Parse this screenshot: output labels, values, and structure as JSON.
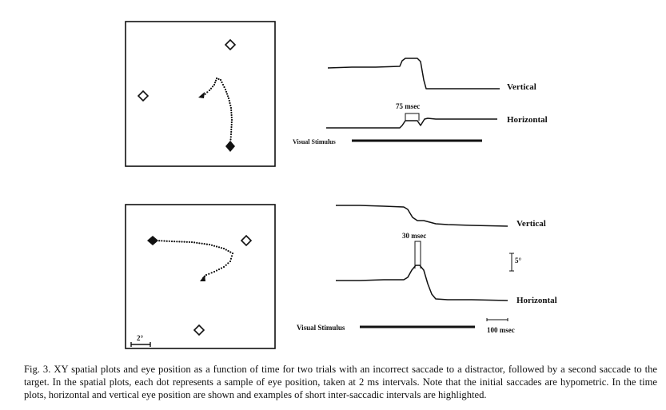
{
  "panel_top": {
    "stimulus_label": "Visual Stimulus",
    "interval_label": "75 msec",
    "vertical_label": "Vertical",
    "horizontal_label": "Horizontal"
  },
  "panel_bottom": {
    "stimulus_label": "Visual Stimulus",
    "interval_label": "30 msec",
    "vertical_label": "Vertical",
    "horizontal_label": "Horizontal",
    "degree_scale_label": "5°",
    "time_scale_label": "100 msec",
    "spatial_scale_label": "2°"
  },
  "caption": "Fig. 3. XY spatial plots and eye position as a function of time for two trials with an incorrect saccade to a distractor, followed by a second saccade to the target. In the spatial plots, each dot represents a sample of eye position, taken at 2 ms intervals. Note that the initial saccades are hypometric. In the time plots, horizontal and vertical eye position are shown and examples of short inter-saccadic intervals are highlighted."
}
